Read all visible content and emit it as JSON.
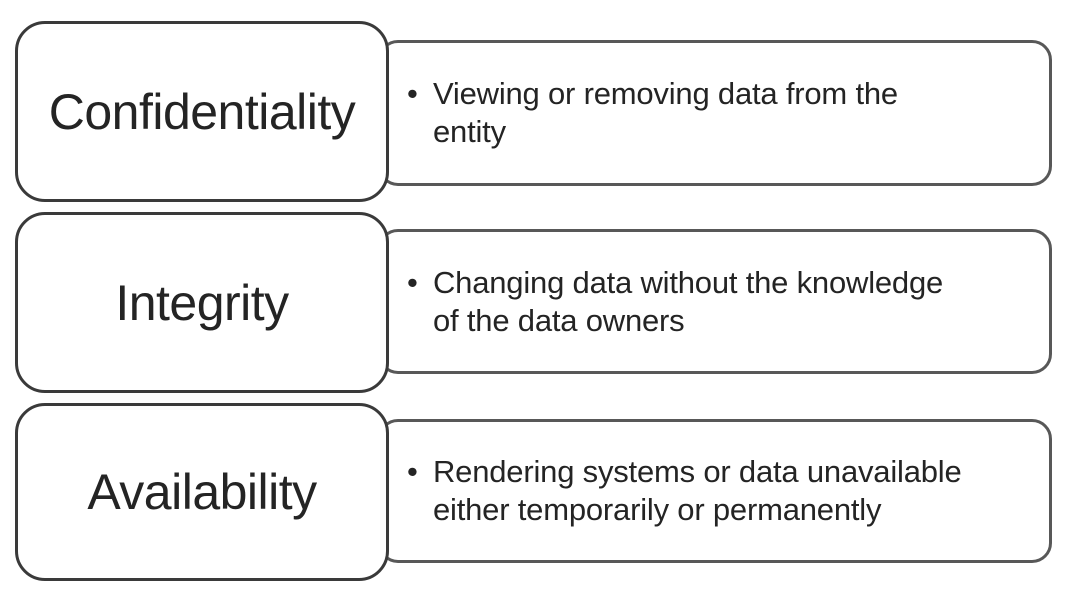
{
  "colors": {
    "background": "#ffffff",
    "card_fill": "#ffffff",
    "term_card_border": "#3a3a3a",
    "desc_card_border": "#585858",
    "text": "#242424"
  },
  "diagram": {
    "rows": [
      {
        "label": "Confidentiality",
        "bullet": "•",
        "lines": [
          "Viewing or removing data from the",
          "entity"
        ]
      },
      {
        "label": "Integrity",
        "bullet": "•",
        "lines": [
          "Changing data without the knowledge",
          "of the data owners"
        ]
      },
      {
        "label": "Availability",
        "bullet": "•",
        "lines": [
          "Rendering systems or data unavailable",
          "either temporarily or permanently"
        ]
      }
    ]
  }
}
